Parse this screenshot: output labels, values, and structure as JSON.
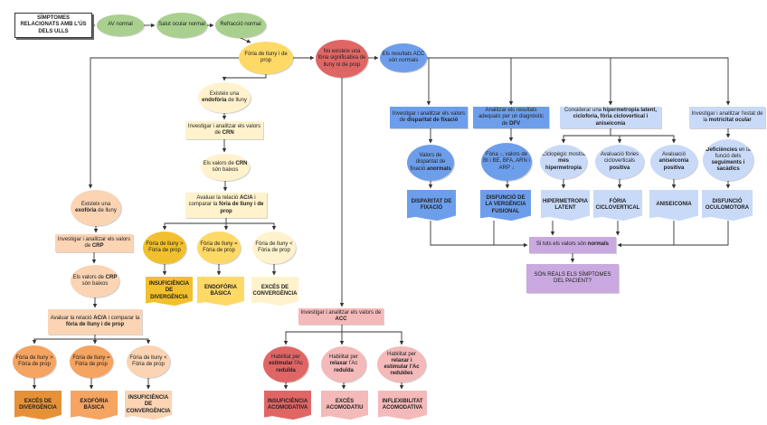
{
  "colors": {
    "green": "#a9d08e",
    "ivory": "#fff2cc",
    "yellow": "#ffd966",
    "gold": "#f2c02c",
    "red": "#e06666",
    "pink": "#f4b9b9",
    "blue": "#6d9eeb",
    "lightblue": "#c9daf8",
    "peach": "#fbd4b4",
    "orange": "#f5a461",
    "darkorange": "#e69138",
    "lavender": "#c9a9e0",
    "line": "#333333"
  },
  "nodes": [
    {
      "id": "title",
      "text": "SÍMPTOMES RELACIONATS AMB L'ÚS DELS ULLS",
      "bold": true
    },
    {
      "id": "av_normal",
      "text": "AV normal"
    },
    {
      "id": "salut",
      "text": "Salut ocular normal"
    },
    {
      "id": "refraccio",
      "text": "Refracció normal"
    },
    {
      "id": "foria_prop",
      "text": "Fòria de lluny i de prop"
    },
    {
      "id": "no_foria",
      "text": "No existeix una fòria significativa de lluny ni de prop"
    },
    {
      "id": "acc_normal",
      "text": "Els resultats ACC són normals"
    },
    {
      "id": "endoforia",
      "text": "Existeix una endofòria de lluny",
      "html": "Existeix una <b>endofòria</b> de lluny"
    },
    {
      "id": "inv_crn",
      "text": "Investigar i analitzar els valors de CRN",
      "html": "Investigar i analitzar els valors de <b>CRN</b>"
    },
    {
      "id": "crn_baixos",
      "text": "Els valors de CRN són baixos",
      "html": "Els valors de <b>CRN</b> són baixos"
    },
    {
      "id": "aval_ac_a_1",
      "text": "Avaluar la relació AC/A i comparar la fòria de lluny i de prop",
      "html": "Avaluar la relació <b>AC/A</b> i comparar la <b>fòria de lluny i de prop</b>"
    },
    {
      "id": "e_gt",
      "text": "Fòria de lluny > Fòria de prop"
    },
    {
      "id": "e_eq",
      "text": "Fòria de lluny = Fòria de prop"
    },
    {
      "id": "e_lt",
      "text": "Fòria de lluny < Fòria de prop"
    },
    {
      "id": "d_insuf_div",
      "text": "INSUFICIÈNCIA DE DIVERGÈNCIA"
    },
    {
      "id": "d_endo_basica",
      "text": "ENDOFÒRIA BÀSICA"
    },
    {
      "id": "d_exces_conv",
      "text": "EXCÉS DE CONVERGÈNCIA"
    },
    {
      "id": "exoforia",
      "text": "Existeix una exofòria de lluny",
      "html": "Existeix una <b>exofòria</b> de lluny"
    },
    {
      "id": "inv_crp",
      "text": "Investigar i analitzar els valors de CRP",
      "html": "Investigar i analitzar els valors de <b>CRP</b>"
    },
    {
      "id": "crp_baixos",
      "text": "Els valors de CRP són baixos",
      "html": "Els valors de <b>CRP</b> són baixos"
    },
    {
      "id": "aval_ac_a_2",
      "text": "Avaluar la relació AC/A i comparar la fòria de lluny i de prop",
      "html": "Avaluar la relació <b>AC/A</b> i comparar la <b>fòria de lluny i de prop</b>"
    },
    {
      "id": "x_gt",
      "text": "Fòria de lluny > Fòria de prop"
    },
    {
      "id": "x_eq",
      "text": "Fòria de lluny = Fòria de prop"
    },
    {
      "id": "x_lt",
      "text": "Fòria de lluny < Fòria de prop"
    },
    {
      "id": "d_exces_div",
      "text": "EXCÉS DE DIVERGÈNCIA"
    },
    {
      "id": "d_exo_basica",
      "text": "EXOFÒRIA BÀSICA"
    },
    {
      "id": "d_insuf_conv",
      "text": "INSUFICIÈNCIA DE CONVERGÈNCIA"
    },
    {
      "id": "inv_acc",
      "text": "Investigar i analitzar els valors de ACC",
      "html": "Investigar i analitzar els valors de <b>ACC</b>"
    },
    {
      "id": "a_estim",
      "text": "Habilitat per estimular l'Ac reduïda",
      "html": "Habilitat per <b>estimular</b> l'Ac <b>reduïda</b>"
    },
    {
      "id": "a_relax",
      "text": "Habilitat per relaxar l'Ac reduïda",
      "html": "Habilitat per <b>relaxar</b> l'Ac <b>reduïda</b>"
    },
    {
      "id": "a_both",
      "text": "Habilitat per relaxar i estimular l'Ac reduïdes",
      "html": "Habilitat per <b>relaxar i estimular l'Ac reduïdes</b>"
    },
    {
      "id": "d_insuf_acom",
      "text": "INSUFICIÈNCIA ACOMODATIVA"
    },
    {
      "id": "d_exces_acom",
      "text": "EXCÉS ACOMODATIU"
    },
    {
      "id": "d_inflex_acom",
      "text": "INFLEXIBILITAT ACOMODATIVA"
    },
    {
      "id": "inv_disp",
      "text": "Investigar i analitzar els valors de disparitat de fixació",
      "html": "Investigar i analitzar els valors de <b>disparitat de fixació</b>"
    },
    {
      "id": "disp_anorm",
      "text": "Valors de disparitat de fixació anormals",
      "html": "Valors de disparitat de fixació <b>anormals</b>"
    },
    {
      "id": "d_disparitat",
      "text": "DISPARITAT DE FIXACIÓ"
    },
    {
      "id": "an_dfv",
      "text": "Analitzar els resultats adequats per un diagnòstic de DFV",
      "html": "Analitzar els resultats adequats per un diagnòstic de <b>DFV</b>"
    },
    {
      "id": "foria_vals",
      "text": "Fòria ↓, valors de BI i BE, BFA, ARN i ARP ↓"
    },
    {
      "id": "d_disf_verg",
      "text": "DISFUNCIÓ DE LA VERGÈNCIA FUSIONAL"
    },
    {
      "id": "considerar",
      "text": "Considerar una hipermetropia latent, cicloforia, fòria ciclovertical i aniseiconia",
      "html": "Considerar una <b>hipermetropia latent, cicloforia, fòria ciclovertical i aniseiconia</b>"
    },
    {
      "id": "ciclop",
      "text": "Ciclopègic mostra més hipermetropia",
      "html": "Ciclopègic mostra <b>més hipermetropia</b>"
    },
    {
      "id": "aval_cv",
      "text": "Avaluació fòries cicloverticals positiva",
      "html": "Avaluació fòries cicloverticals <b>positiva</b>"
    },
    {
      "id": "aval_anis",
      "text": "Avaluació aniseiconia positiva",
      "html": "Avaluació <b>aniseiconia positiva</b>"
    },
    {
      "id": "d_hiper_lat",
      "text": "HIPERMETROPIA LATENT"
    },
    {
      "id": "d_foria_cv",
      "text": "FÒRIA CICLOVERTICAL"
    },
    {
      "id": "d_aniseiconia",
      "text": "ANISEICONIA"
    },
    {
      "id": "inv_motor",
      "text": "Investigar i analitzar l'estat de la motricitat ocular",
      "html": "Investigar i analitzar l'estat de la <b>motricitat ocular</b>"
    },
    {
      "id": "deficiencies",
      "text": "Deficiències en la funció dels seguiments i sacàdics",
      "html": "<b>Deficiències</b> en la funció dels <b>seguiments i sacàdics</b>"
    },
    {
      "id": "d_oculomotora",
      "text": "DISFUNCIÓ OCULOMOTORA"
    },
    {
      "id": "si_tots",
      "text": "Si tots els valors són normals",
      "html": "Si tots els valors són <b>normals</b>"
    },
    {
      "id": "son_reals",
      "text": "SÓN REALS ELS SÍMPTOMES DEL PACIENT?"
    }
  ]
}
